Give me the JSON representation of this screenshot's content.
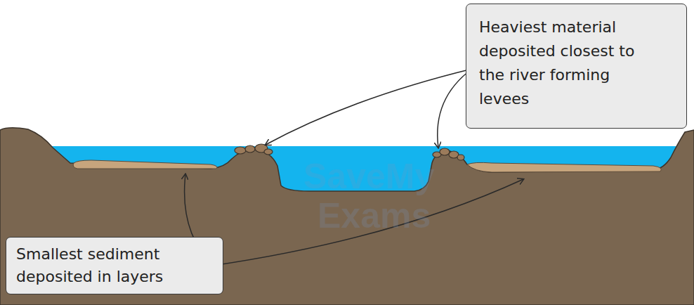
{
  "diagram": {
    "nodes": [
      {
        "text": [
          "Heaviest material deposited closest to the river forming levees"
        ]
      },
      {
        "text": [
          "Smallest sediment deposited in layers"
        ]
      }
    ],
    "labels": [
      "SaveMy",
      "Exams"
    ]
  }
}
